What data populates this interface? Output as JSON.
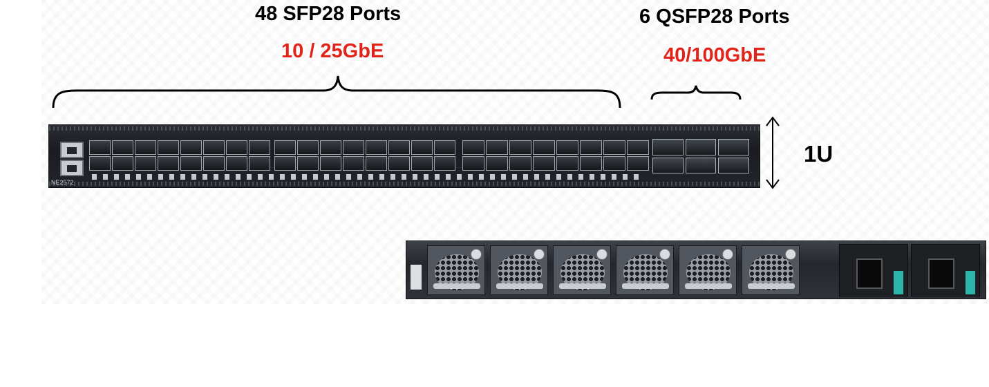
{
  "labels": {
    "sfp_title": "48 SFP28  Ports",
    "sfp_speed": "10 / 25GbE",
    "qsfp_title": "6 QSFP28 Ports",
    "qsfp_speed": "40/100GbE",
    "height_unit": "1U"
  },
  "front_panel": {
    "model_label": "NE2572"
  },
  "colors": {
    "speed_text": "#e2231a",
    "title_text": "#000000"
  },
  "icons": {
    "height_arrow": "double-vertical-arrow",
    "brace": "curly-brace"
  }
}
